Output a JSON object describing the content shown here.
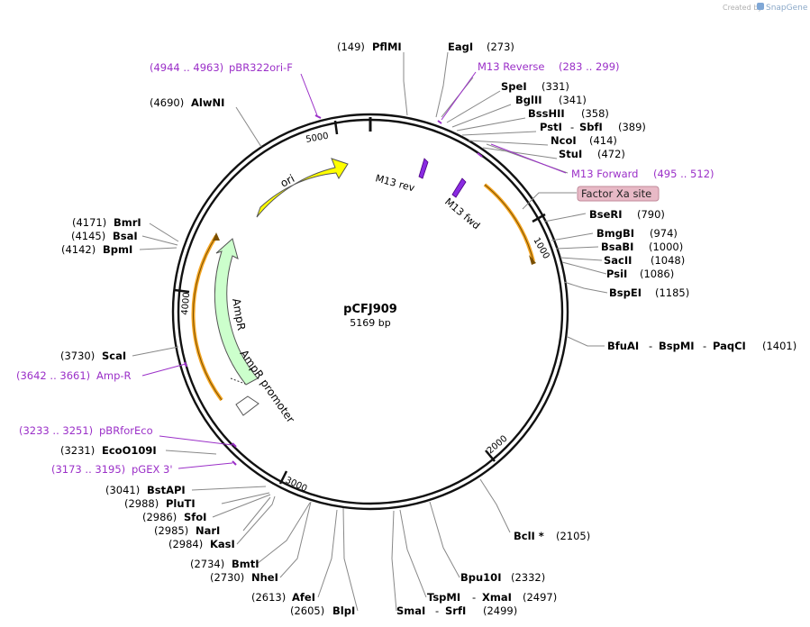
{
  "plasmid": {
    "name": "pCFJ909",
    "length": "5169 bp"
  },
  "credit": {
    "prefix": "Created by",
    "brand": "SnapGene"
  },
  "ticks": [
    {
      "id": "tick-1000",
      "label": "1000"
    },
    {
      "id": "tick-2000",
      "label": "2000"
    },
    {
      "id": "tick-3000",
      "label": "3000"
    },
    {
      "id": "tick-4000",
      "label": "4000"
    },
    {
      "id": "tick-5000",
      "label": "5000"
    }
  ],
  "features": {
    "ori": "ori",
    "ampr": "AmpR",
    "ampr_promoter": "AmpR promoter",
    "m13_rev": "M13 rev",
    "m13_fwd": "M13 fwd",
    "factor_xa": "Factor Xa site"
  },
  "sites": [
    {
      "name": "PflMI",
      "pos": "(149)"
    },
    {
      "name": "EagI",
      "pos": "(273)"
    },
    {
      "name": "SpeI",
      "pos": "(331)"
    },
    {
      "name": "BglII",
      "pos": "(341)"
    },
    {
      "name": "BssHII",
      "pos": "(358)"
    },
    {
      "name": "PstI",
      "name2": "SbfI",
      "pos": "(389)"
    },
    {
      "name": "NcoI",
      "pos": "(414)"
    },
    {
      "name": "StuI",
      "pos": "(472)"
    },
    {
      "name": "BseRI",
      "pos": "(790)"
    },
    {
      "name": "BmgBI",
      "pos": "(974)"
    },
    {
      "name": "BsaBI",
      "pos": "(1000)"
    },
    {
      "name": "SacII",
      "pos": "(1048)"
    },
    {
      "name": "PsiI",
      "pos": "(1086)"
    },
    {
      "name": "BspEI",
      "pos": "(1185)"
    },
    {
      "name": "BfuAI",
      "name2": "BspMI",
      "name3": "PaqCI",
      "pos": "(1401)"
    },
    {
      "name": "BclI *",
      "pos": "(2105)"
    },
    {
      "name": "Bpu10I",
      "pos": "(2332)"
    },
    {
      "name": "TspMI",
      "name2": "XmaI",
      "pos": "(2497)"
    },
    {
      "name": "SmaI",
      "name2": "SrfI",
      "pos": "(2499)"
    },
    {
      "name": "BlpI",
      "pos": "(2605)"
    },
    {
      "name": "AfeI",
      "pos": "(2613)"
    },
    {
      "name": "NheI",
      "pos": "(2730)"
    },
    {
      "name": "BmtI",
      "pos": "(2734)"
    },
    {
      "name": "KasI",
      "pos": "(2984)"
    },
    {
      "name": "NarI",
      "pos": "(2985)"
    },
    {
      "name": "SfoI",
      "pos": "(2986)"
    },
    {
      "name": "PluTI",
      "pos": "(2988)"
    },
    {
      "name": "BstAPI",
      "pos": "(3041)"
    },
    {
      "name": "EcoO109I",
      "pos": "(3231)"
    },
    {
      "name": "ScaI",
      "pos": "(3730)"
    },
    {
      "name": "BpmI",
      "pos": "(4142)"
    },
    {
      "name": "BsaI",
      "pos": "(4145)"
    },
    {
      "name": "BmrI",
      "pos": "(4171)"
    },
    {
      "name": "AlwNI",
      "pos": "(4690)"
    }
  ],
  "primers": [
    {
      "name": "pBR322ori-F",
      "range": "(4944 .. 4963)"
    },
    {
      "name": "M13 Reverse",
      "range": "(283 .. 299)"
    },
    {
      "name": "M13 Forward",
      "range": "(495 .. 512)"
    },
    {
      "name": "Amp-R",
      "range": "(3642 .. 3661)"
    },
    {
      "name": "pBRforEco",
      "range": "(3233 .. 3251)"
    },
    {
      "name": "pGEX 3'",
      "range": "(3173 .. 3195)"
    }
  ],
  "colors": {
    "primer": "#9b30c8",
    "ori": "#ffff00",
    "ampr": "#ccffcc",
    "orf": "#f5a623",
    "factor_xa_bg": "#e8b9c6",
    "m13": "#8a2be2"
  }
}
